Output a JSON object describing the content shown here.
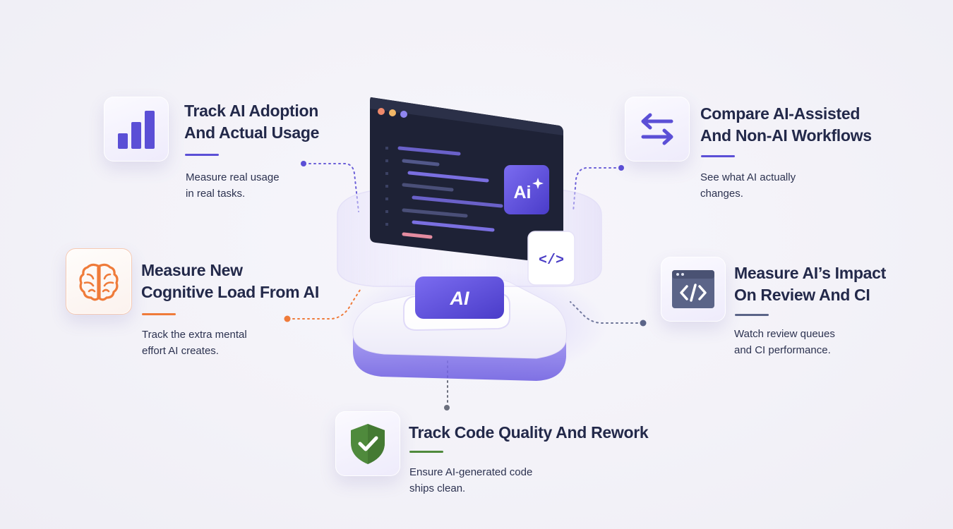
{
  "features": [
    {
      "id": "adoption",
      "title": "Track AI Adoption\nAnd Actual Usage",
      "description": "Measure real usage\nin real tasks.",
      "icon": "bar-chart-icon",
      "accent": "#5b4fd6"
    },
    {
      "id": "compare",
      "title": "Compare AI-Assisted\nAnd Non-AI Workflows",
      "description": "See what AI actually\nchanges.",
      "icon": "swap-arrows-icon",
      "accent": "#5b4fd6"
    },
    {
      "id": "cognitive",
      "title": "Measure New\nCognitive Load From AI",
      "description": "Track the extra mental\neffort AI creates.",
      "icon": "brain-icon",
      "accent": "#ef7b3a"
    },
    {
      "id": "review",
      "title": "Measure AI’s Impact\nOn Review And CI",
      "description": "Watch review queues\nand CI performance.",
      "icon": "code-window-icon",
      "accent": "#5b6488"
    },
    {
      "id": "quality",
      "title": "Track Code Quality And Rework",
      "description": "Ensure AI-generated code\nships clean.",
      "icon": "shield-check-icon",
      "accent": "#4f8a3c"
    }
  ],
  "center": {
    "screen_badge": "Ai",
    "platform_badge": "AI",
    "code_tag": "</>"
  }
}
